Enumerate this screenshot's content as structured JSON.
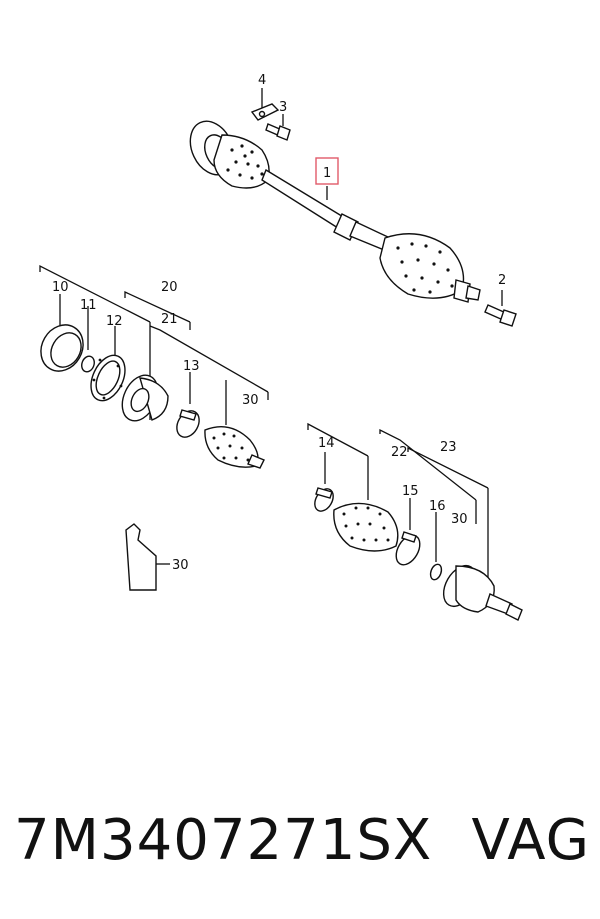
{
  "callouts": [
    {
      "id": "c1",
      "text": "1"
    },
    {
      "id": "c2",
      "text": "2"
    },
    {
      "id": "c3",
      "text": "3"
    },
    {
      "id": "c4",
      "text": "4"
    },
    {
      "id": "c10",
      "text": "10"
    },
    {
      "id": "c11",
      "text": "11"
    },
    {
      "id": "c12",
      "text": "12"
    },
    {
      "id": "c13",
      "text": "13"
    },
    {
      "id": "c14",
      "text": "14"
    },
    {
      "id": "c15",
      "text": "15"
    },
    {
      "id": "c16",
      "text": "16"
    },
    {
      "id": "c20",
      "text": "20"
    },
    {
      "id": "c21",
      "text": "21"
    },
    {
      "id": "c22",
      "text": "22"
    },
    {
      "id": "c23",
      "text": "23"
    },
    {
      "id": "c30a",
      "text": "30"
    },
    {
      "id": "c30b",
      "text": "30"
    },
    {
      "id": "c30c",
      "text": "30"
    },
    {
      "id": "c30d",
      "text": "30"
    }
  ],
  "caption": {
    "part_number": "7M3407271SX",
    "brand": "VAG"
  },
  "colors": {
    "highlight_box": "#e05a6a",
    "line": "#111111"
  }
}
